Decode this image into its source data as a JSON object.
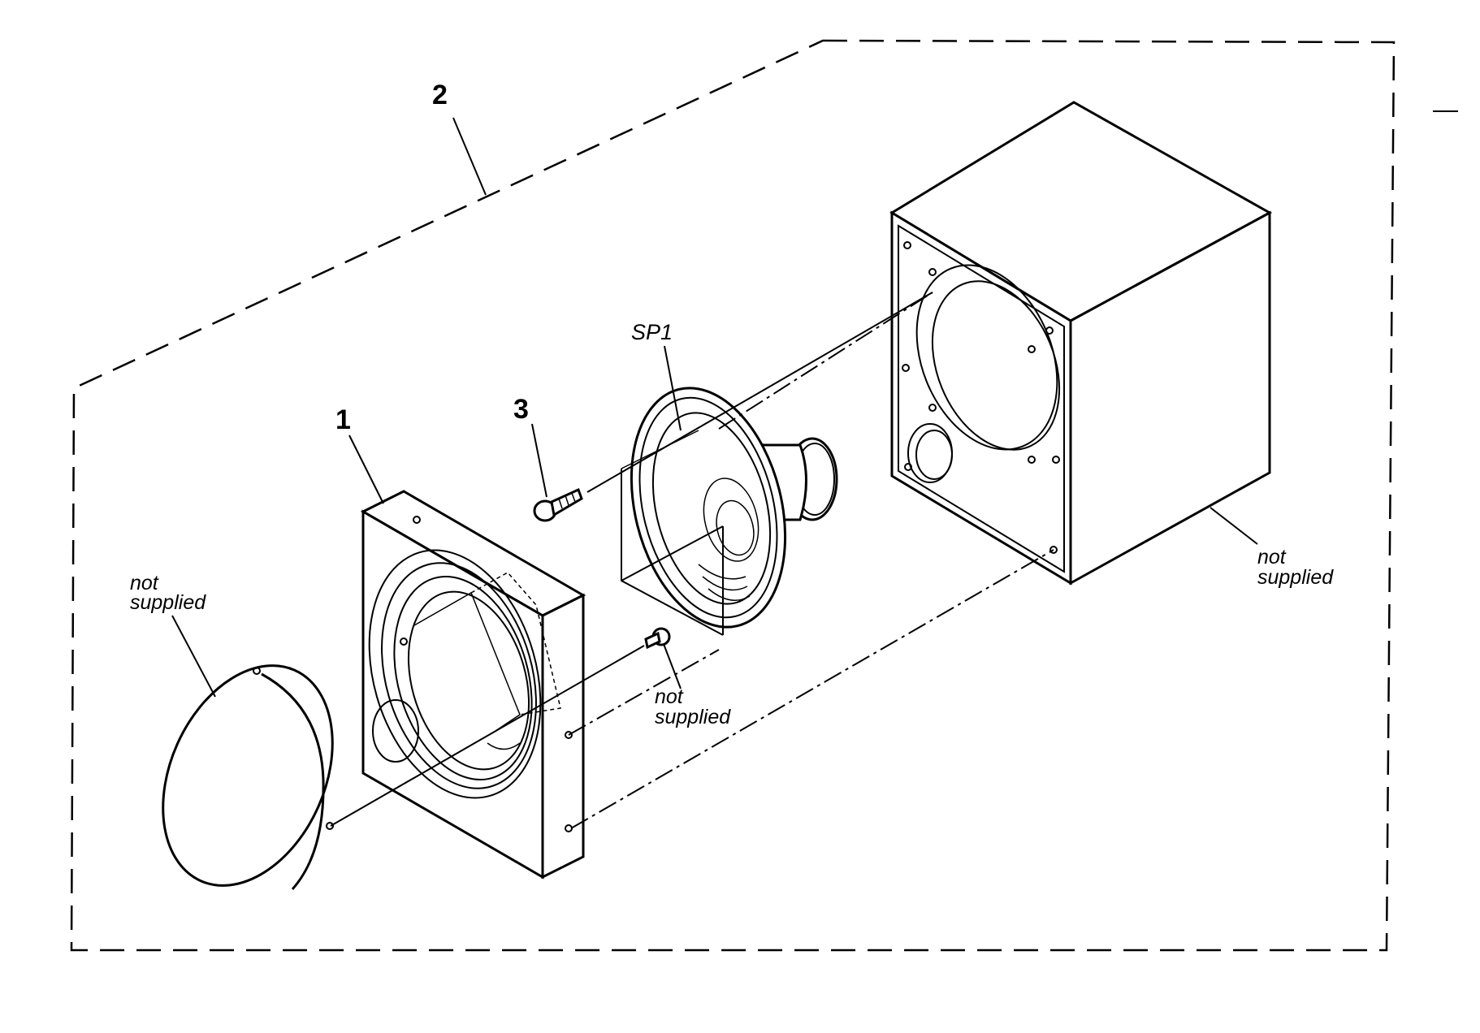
{
  "labels": {
    "assembly": "2",
    "front_baffle": "1",
    "screw": "3",
    "speaker": "SP1"
  },
  "notes": {
    "grille": [
      "not",
      "supplied"
    ],
    "screw": [
      "not",
      "supplied"
    ],
    "cabinet": [
      "not",
      "supplied"
    ]
  }
}
